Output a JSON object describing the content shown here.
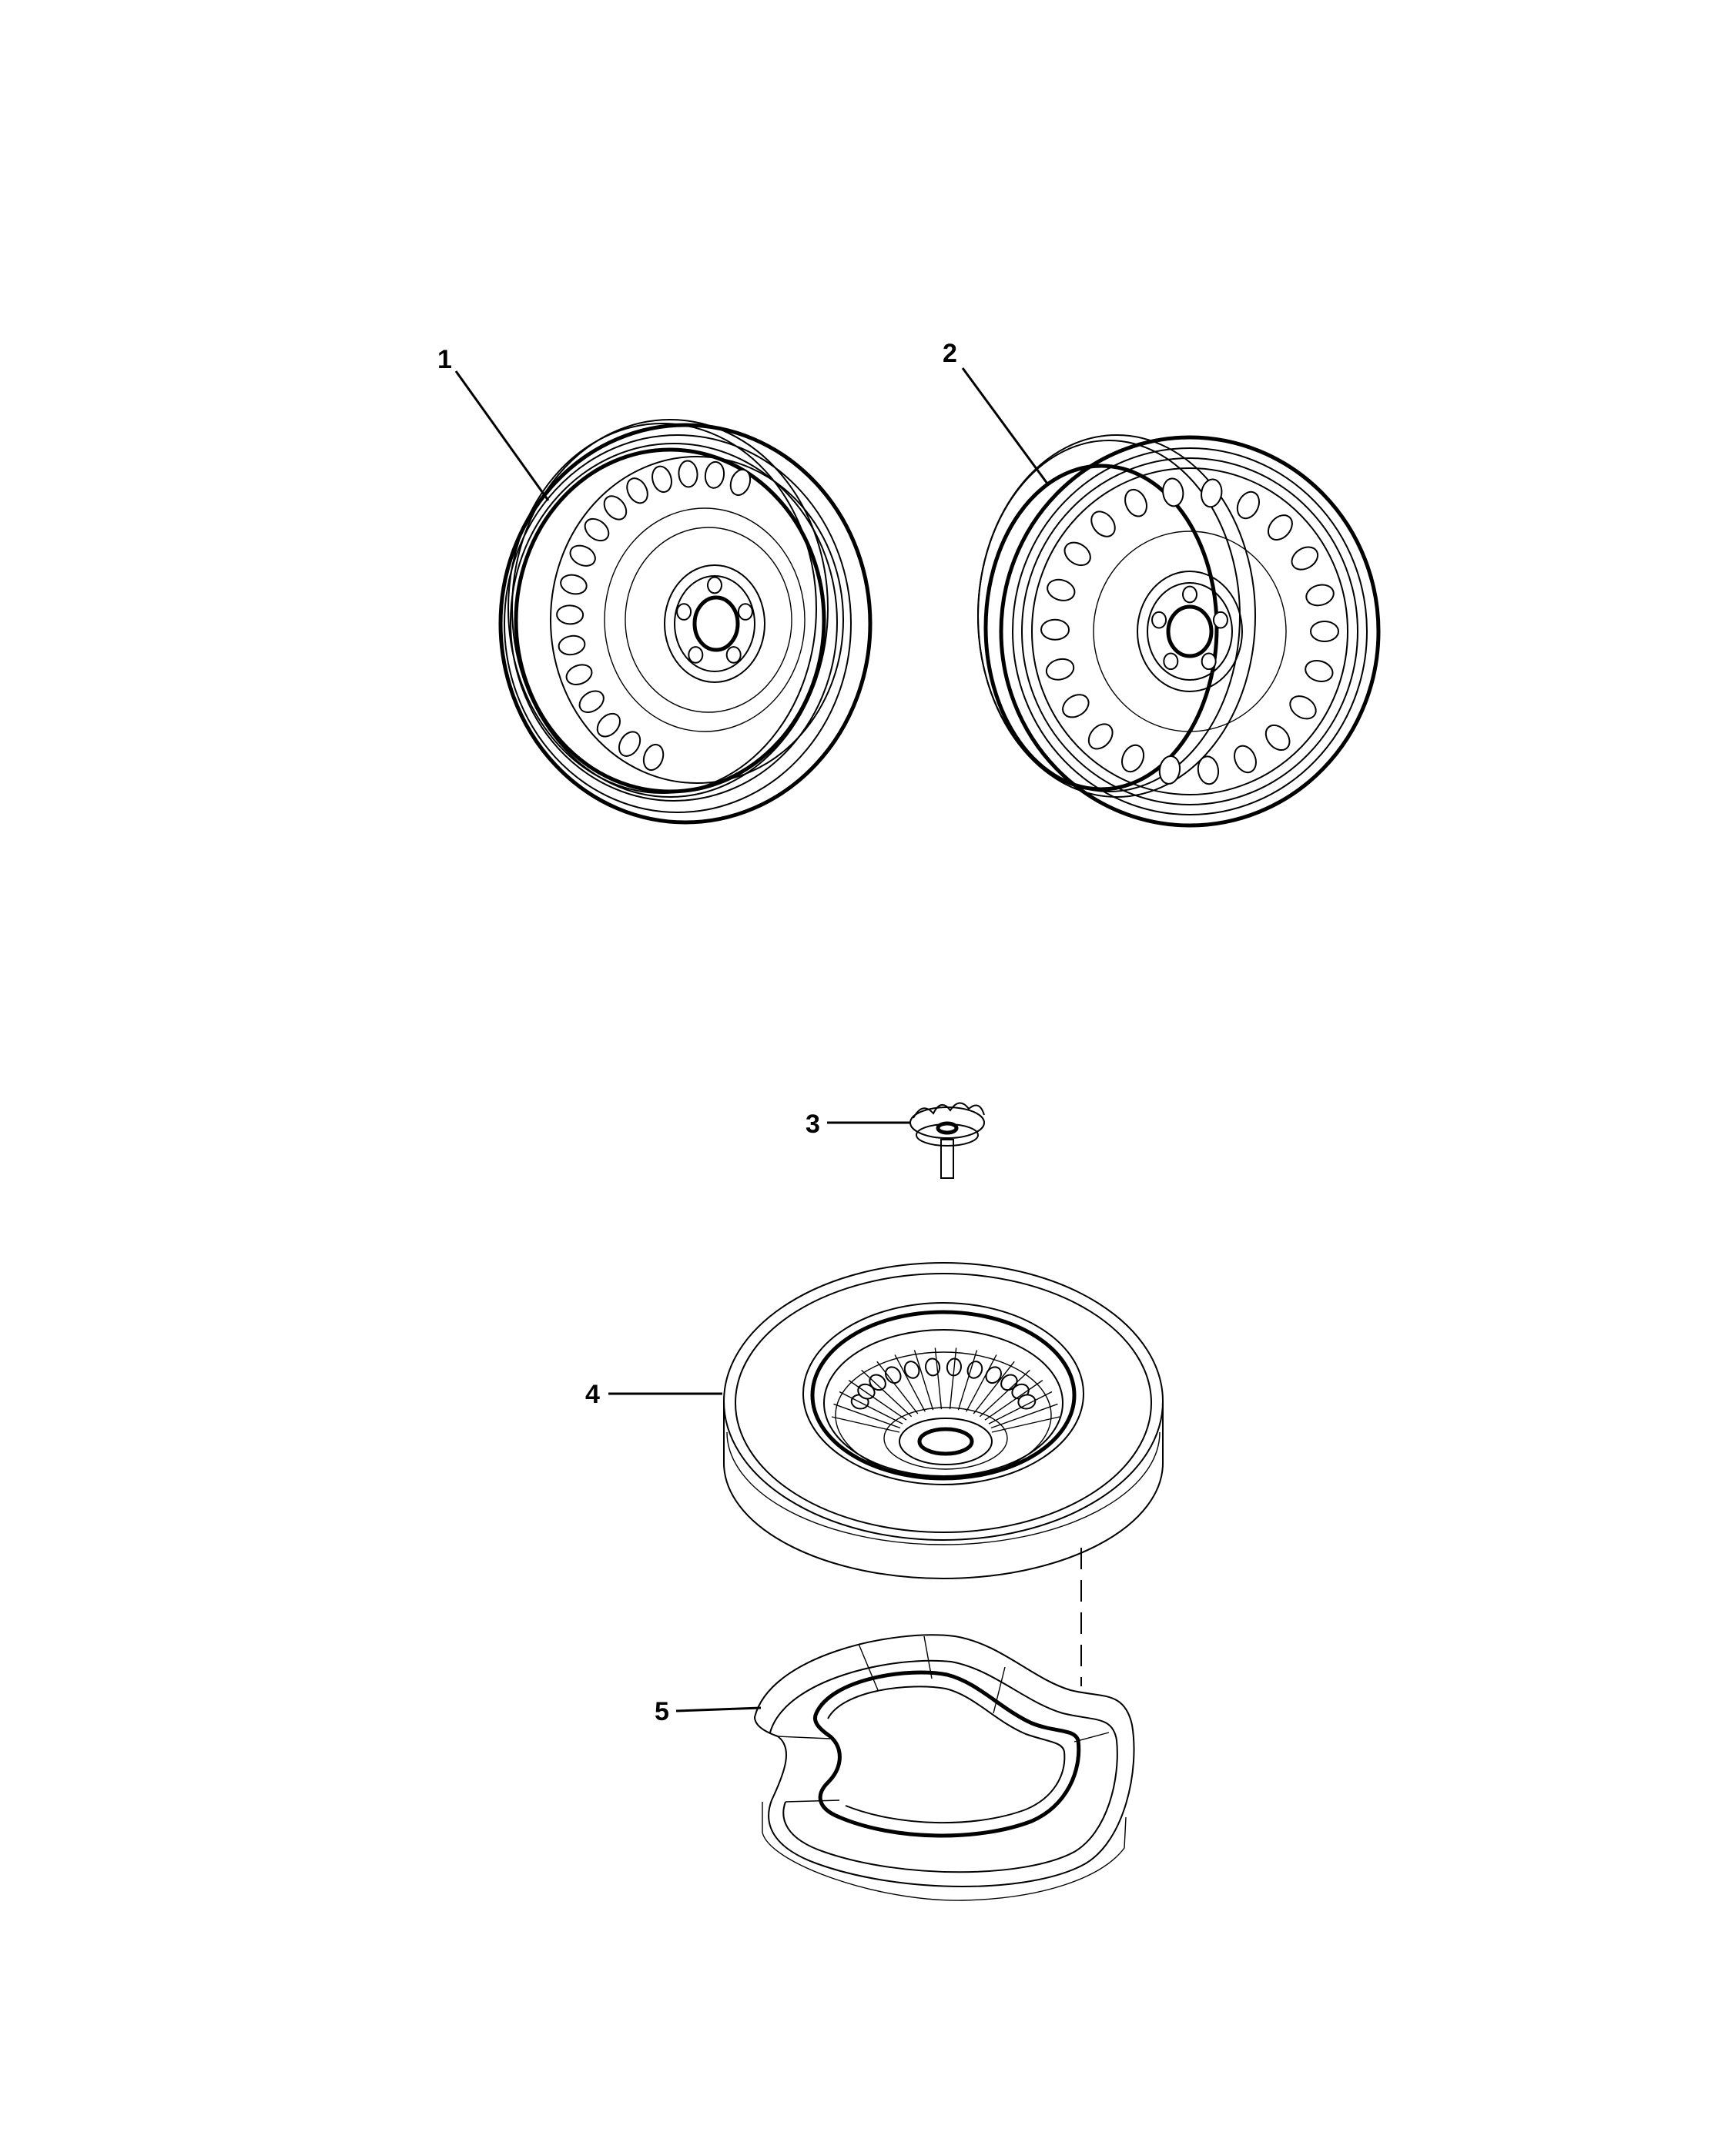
{
  "parts": [
    {
      "callout": "1",
      "name": "steel-wheel"
    },
    {
      "callout": "2",
      "name": "steel-wheel"
    },
    {
      "callout": "3",
      "name": "spare-wheel-hold-down-bolt"
    },
    {
      "callout": "4",
      "name": "compact-spare-tire-and-wheel"
    },
    {
      "callout": "5",
      "name": "spare-tire-spacer"
    }
  ]
}
